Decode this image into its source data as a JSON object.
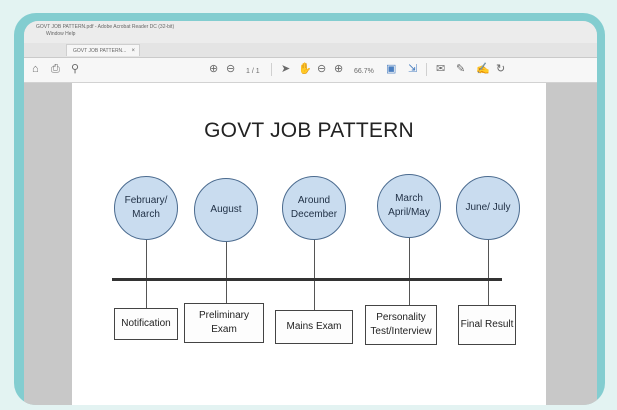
{
  "titlebar": {
    "title": "GOVT JOB PATTERN.pdf - Adobe Acrobat Reader DC (32-bit)",
    "menu": "Window  Help"
  },
  "tabs": [
    {
      "label": "GOVT JOB PATTERN..."
    }
  ],
  "toolbar": {
    "page_indicator": "1 / 1",
    "zoom": "66.7%"
  },
  "document": {
    "title": "GOVT JOB PATTERN",
    "stages": [
      {
        "period": "February/ March",
        "event": "Notification"
      },
      {
        "period": "August",
        "event": "Preliminary Exam"
      },
      {
        "period": "Around December",
        "event": "Mains Exam"
      },
      {
        "period": "March April/May",
        "event": "Personality Test/Interview"
      },
      {
        "period": "June/ July",
        "event": "Final Result"
      }
    ]
  },
  "colors": {
    "frame": "#83cdd0",
    "circle_fill": "#c9dcef",
    "background": "#e3f3f2"
  }
}
